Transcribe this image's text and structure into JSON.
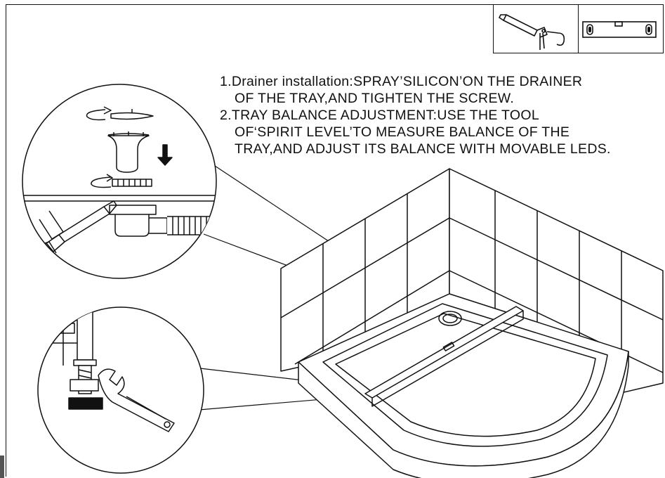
{
  "instructions": {
    "step1_line1": "1.Drainer installation:SPRAY’SILICON’ON THE DRAINER",
    "step1_line2": "OF THE TRAY,AND TIGHTEN THE SCREW.",
    "step2_line1": "2.TRAY BALANCE ADJUSTMENT:USE THE TOOL",
    "step2_line2": "OF‘SPIRIT LEVEL’TO MEASURE BALANCE OF THE",
    "step2_line3": "TRAY,AND ADJUST ITS BALANCE WITH MOVABLE LEDS."
  },
  "tools": [
    {
      "icon": "silicone-gun-icon"
    },
    {
      "icon": "spirit-level-icon"
    }
  ],
  "illustrations": {
    "detail_top": "drainer-detail-icon",
    "detail_bottom": "adjustable-leg-detail-icon",
    "main": "shower-tray-icon"
  }
}
